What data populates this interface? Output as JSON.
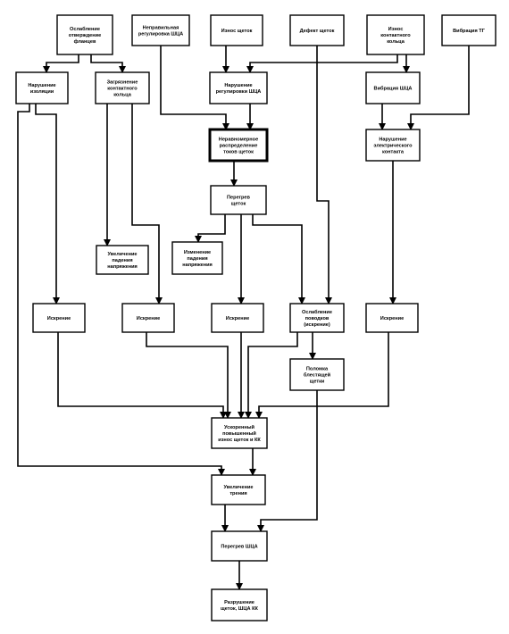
{
  "diagram": {
    "nodes": [
      {
        "id": "n1",
        "lines": [
          "Ослабление",
          "отверждение",
          "фланцев"
        ]
      },
      {
        "id": "n2",
        "lines": [
          "Неправильная",
          "регулировка ШЦА"
        ]
      },
      {
        "id": "n3",
        "lines": [
          "Износ щеток"
        ]
      },
      {
        "id": "n4",
        "lines": [
          "Дефект щеток"
        ]
      },
      {
        "id": "n5",
        "lines": [
          "Износ",
          "контактного",
          "кольца"
        ]
      },
      {
        "id": "n6",
        "lines": [
          "Вибрация ТГ"
        ]
      },
      {
        "id": "n7",
        "lines": [
          "Нарушение",
          "изоляции"
        ]
      },
      {
        "id": "n8",
        "lines": [
          "Загрязнение",
          "контактного",
          "кольца"
        ]
      },
      {
        "id": "n9",
        "lines": [
          "Нарушение",
          "регулировки ШЦА"
        ]
      },
      {
        "id": "n10",
        "lines": [
          "Вибрация ШЦА"
        ]
      },
      {
        "id": "n11",
        "lines": [
          "Неравномерное",
          "распределение",
          "токов щеток"
        ]
      },
      {
        "id": "n12",
        "lines": [
          "Нарушение",
          "электрического",
          "контакта"
        ]
      },
      {
        "id": "n13",
        "lines": [
          "Перегрев",
          "щеток"
        ]
      },
      {
        "id": "n14",
        "lines": [
          "Увеличение",
          "падения",
          "напряжения"
        ]
      },
      {
        "id": "n15",
        "lines": [
          "Изменение",
          "падения",
          "напряжения"
        ]
      },
      {
        "id": "n16",
        "lines": [
          "Искрение"
        ]
      },
      {
        "id": "n17",
        "lines": [
          "Искрение"
        ]
      },
      {
        "id": "n18",
        "lines": [
          "Искрение"
        ]
      },
      {
        "id": "n19",
        "lines": [
          "Ослабление",
          "поводков",
          "(искрение)"
        ]
      },
      {
        "id": "n20",
        "lines": [
          "Искрение"
        ]
      },
      {
        "id": "n21",
        "lines": [
          "Поломка",
          "блестящей",
          "щетки"
        ]
      },
      {
        "id": "n22",
        "lines": [
          "Ускоренный",
          "повышенный",
          "износ щеток и КК"
        ]
      },
      {
        "id": "n23",
        "lines": [
          "Увеличение",
          "трения"
        ]
      },
      {
        "id": "n24",
        "lines": [
          "Перегрев ШЦА"
        ]
      },
      {
        "id": "n25",
        "lines": [
          "Разрушение",
          "щеток, ШЦА КК"
        ]
      }
    ]
  }
}
